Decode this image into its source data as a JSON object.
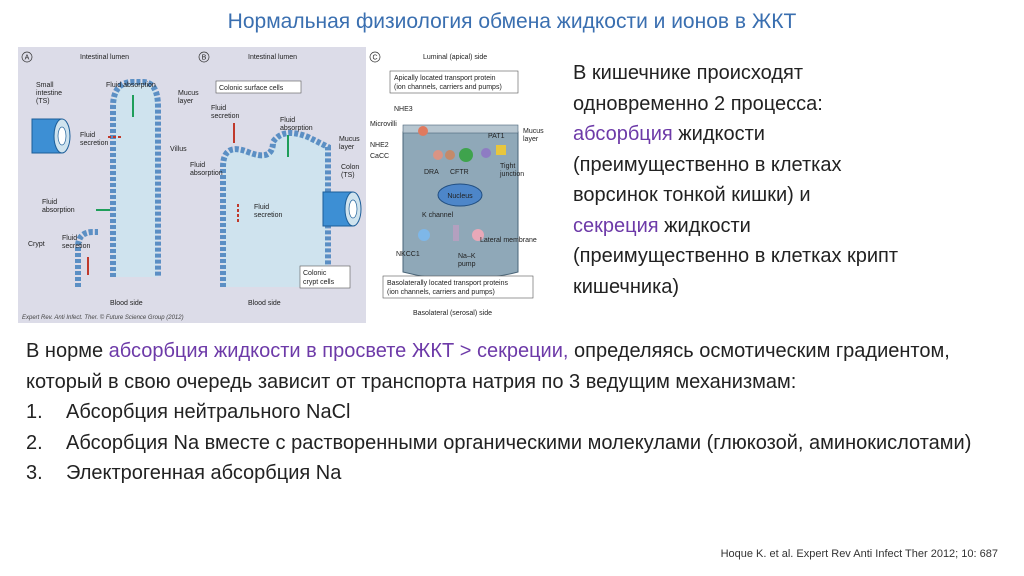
{
  "title": "Нормальная физиология обмена жидкости и ионов в ЖКТ",
  "figure": {
    "panel_a": {
      "letter": "A",
      "lumen": "Intestinal lumen",
      "small_intestine_1": "Small",
      "small_intestine_2": "intestine",
      "small_intestine_3": "(TS)",
      "fluid_absorption_top": "Fluid absorption",
      "mucus_1": "Mucus",
      "mucus_2": "layer",
      "fluid_secretion_1": "Fluid",
      "fluid_secretion_2": "secretion",
      "villus": "Villus",
      "fluid_absorption_left_1": "Fluid",
      "fluid_absorption_left_2": "absorption",
      "crypt": "Crypt",
      "crypt_fluid_1": "Fluid",
      "crypt_fluid_2": "secretion",
      "blood_side": "Blood side"
    },
    "panel_b": {
      "letter": "B",
      "lumen": "Intestinal lumen",
      "colonic_surface": "Colonic surface cells",
      "fluid_secretion_1": "Fluid",
      "fluid_secretion_2": "secretion",
      "fluid_absorption_1": "Fluid",
      "fluid_absorption_2": "absorption",
      "fluid_absorption_left_1": "Fluid",
      "fluid_absorption_left_2": "absorption",
      "mucus_1": "Mucus",
      "mucus_2": "layer",
      "colon_1": "Colon",
      "colon_2": "(TS)",
      "crypt_fluid_1": "Fluid",
      "crypt_fluid_2": "secretion",
      "colonic_crypt_1": "Colonic",
      "colonic_crypt_2": "crypt cells",
      "blood_side": "Blood side"
    },
    "panel_c": {
      "letter": "C",
      "luminal": "Luminal (apical) side",
      "apical_1": "Apically located transport protein",
      "apical_2": "(ion channels, carriers and pumps)",
      "nhe3": "NHE3",
      "microvilli": "Microvilli",
      "nhe2": "NHE2",
      "cacc": "CaCC",
      "pat1": "PAT1",
      "mucus_1": "Mucus",
      "mucus_2": "layer",
      "dra": "DRA",
      "cftr": "CFTR",
      "tight_1": "Tight",
      "tight_2": "junction",
      "nucleus": "Nucleus",
      "k_channel": "K channel",
      "lateral": "Lateral membrane",
      "nkcc1": "NKCC1",
      "nak_1": "Na–K",
      "nak_2": "pump",
      "baso_1": "Basolaterally located transport proteins",
      "baso_2": "(ion channels, carriers and pumps)",
      "baso_side": "Basolateral (serosal) side"
    },
    "caption": "Expert Rev. Anti Infect. Ther. © Future Science Group (2012)"
  },
  "side": {
    "line1": "В кишечнике происходят",
    "line2": "одновременно 2 процесса:",
    "absorption_word": "абсорбция",
    "line3_rest": " жидкости",
    "line4": "(преимущественно в клетках",
    "line5": "ворсинок тонкой кишки) и",
    "secretion_word": "секреция",
    "line6_rest": " жидкости",
    "line7": "(преимущественно в клетках крипт",
    "line8": "кишечника)"
  },
  "main": {
    "intro_start": "В норме ",
    "intro_highlight": "абсорбция жидкости в просвете ЖКТ > секреции,",
    "intro_rest": " определяясь осмотическим градиентом, который в свою очередь зависит от транспорта натрия по 3 ведущим механизмам:",
    "items": [
      {
        "num": "1.",
        "text": "Абсорбция нейтрального NaCl"
      },
      {
        "num": "2.",
        "text": "Абсорбция Na вместе с растворенными органическими молекулами (глюкозой, аминокислотами)"
      },
      {
        "num": "3.",
        "text": "Электрогенная абсорбция Na"
      }
    ]
  },
  "reference": "Hoque K. et al. Expert Rev Anti Infect Ther 2012; 10: 687",
  "colors": {
    "title": "#3a6fb0",
    "highlight": "#6d3aa8",
    "figure_bg": "#dcdce8",
    "cells": "#6fa3d6",
    "arrow_green": "#1e9e5a",
    "arrow_red": "#c0392b"
  }
}
